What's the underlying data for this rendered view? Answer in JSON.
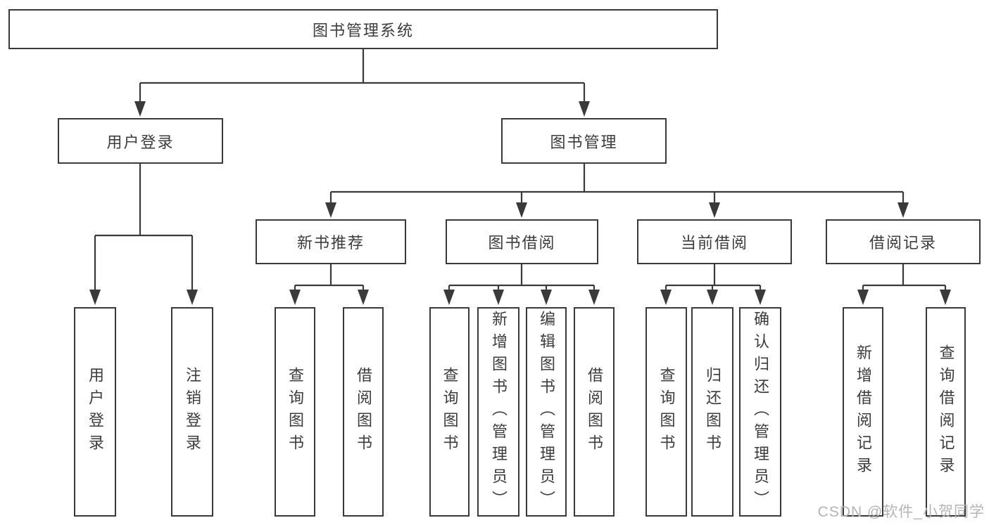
{
  "diagram": {
    "root": {
      "label": "图书管理系统"
    },
    "level1": [
      {
        "label": "用户登录"
      },
      {
        "label": "图书管理"
      }
    ],
    "level2": [
      {
        "label": "新书推荐"
      },
      {
        "label": "图书借阅"
      },
      {
        "label": "当前借阅"
      },
      {
        "label": "借阅记录"
      }
    ],
    "leaves": {
      "user_login": [
        "用户登录",
        "注销登录"
      ],
      "new_book_recommend": [
        "查询图书",
        "借阅图书"
      ],
      "book_borrow": [
        "查询图书",
        "新增图书（管理员）",
        "编辑图书（管理员）",
        "借阅图书"
      ],
      "current_borrow": [
        "查询图书",
        "归还图书",
        "确认归还（管理员）"
      ],
      "borrow_records": [
        "新增借阅记录",
        "查询借阅记录"
      ]
    }
  },
  "watermark": {
    "text": "CSDN @软件_小贺同学",
    "color": "#b5b5b5"
  },
  "colors": {
    "line": "#3a3a3a",
    "box_border": "#3a3a3a",
    "text": "#3c3c3c",
    "background": "#ffffff"
  }
}
